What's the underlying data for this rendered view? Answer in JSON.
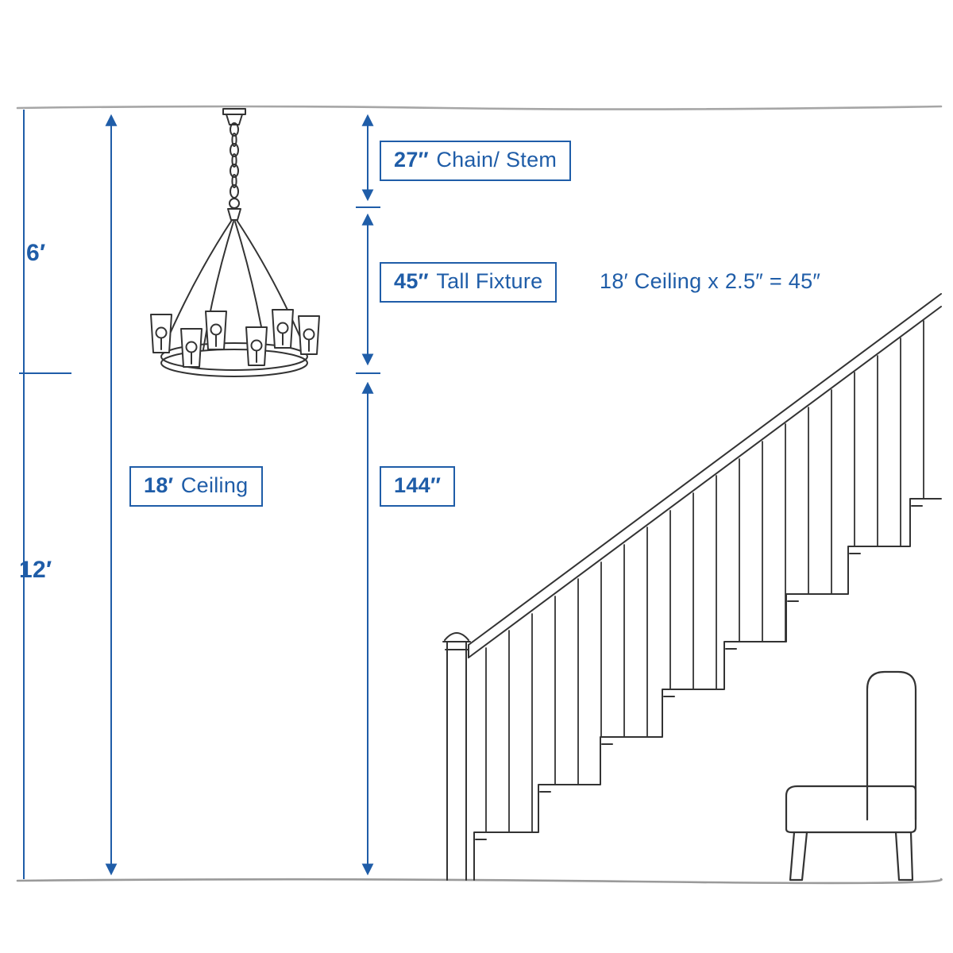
{
  "diagram": {
    "title": "Chandelier hanging height over staircase",
    "colors": {
      "accent": "#1f5da8",
      "sketch": "#333333",
      "wall": "#a6a6a6"
    },
    "labels": {
      "left_height_top": "6′",
      "left_height_bottom": "12′",
      "chain": {
        "value": "27″",
        "text": "Chain/ Stem"
      },
      "fixture": {
        "value": "45″",
        "text": "Tall Fixture"
      },
      "formula": "18′ Ceiling x 2.5″ = 45″",
      "ceiling": {
        "value": "18′",
        "text": "Ceiling"
      },
      "clearance": {
        "value": "144″"
      }
    }
  }
}
